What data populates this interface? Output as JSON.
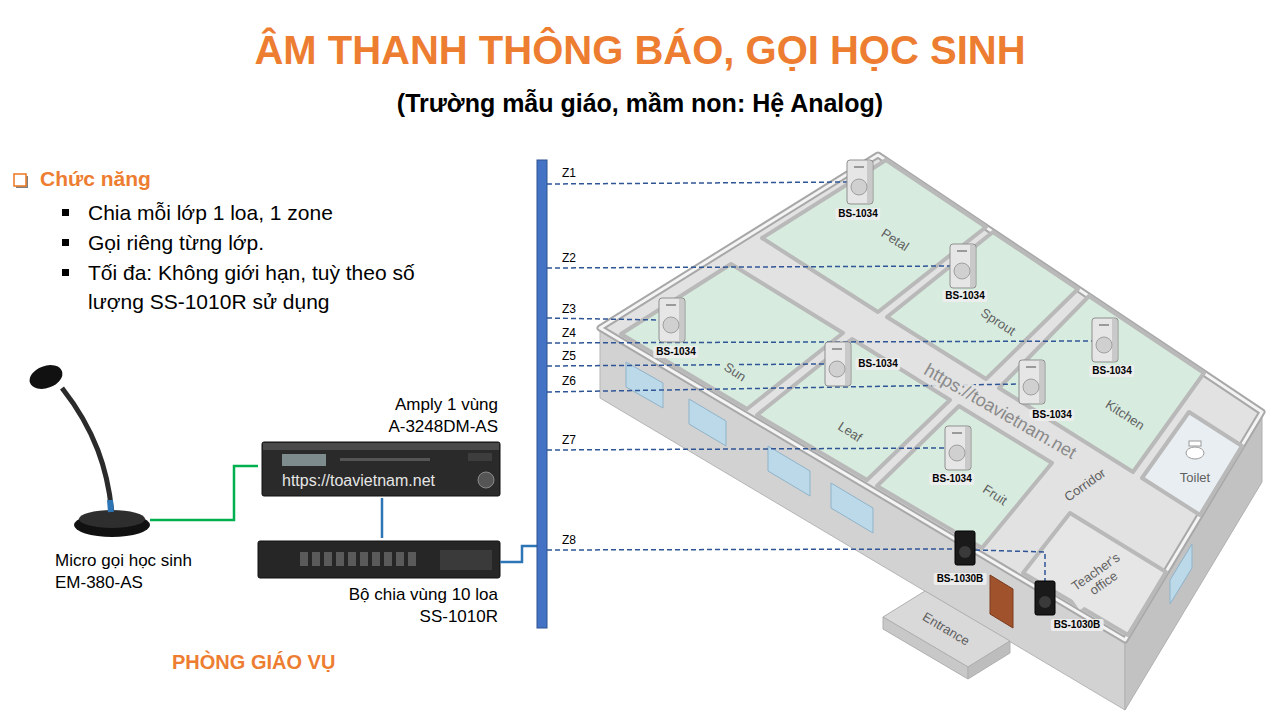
{
  "diagram": {
    "title": "ÂM THANH THÔNG BÁO, GỌI HỌC SINH",
    "nodes": [
      {
        "text": [
          "Micro gọi học sinh",
          "EM-380-AS"
        ]
      },
      {
        "text": [
          "Amply 1 vùng",
          "A-3248DM-AS"
        ]
      },
      {
        "text": [
          "Bộ chia vùng 10 loa",
          "SS-1010R"
        ]
      }
    ],
    "edges": [
      {
        "from": 0,
        "to": 1,
        "arrow": "none"
      },
      {
        "from": 1,
        "to": 2,
        "arrow": "none"
      }
    ],
    "labels": [
      "(Trường mẫu giáo, mầm non: Hệ Analog)",
      "Chức năng",
      "Chia mỗi lớp 1 loa, 1 zone",
      "Gọi riêng từng lớp.",
      "Tối đa: Không giới hạn, tuỳ theo số lượng SS-1010R sử dụng",
      "https://toavietnam.net",
      "PHÒNG GIÁO VỤ",
      "Z1",
      "Z2",
      "Z3",
      "Z4",
      "Z5",
      "Z6",
      "Z7",
      "Z8",
      "BS-1034",
      "BS-1034",
      "BS-1034",
      "BS-1034",
      "BS-1034",
      "BS-1034",
      "BS-1034",
      "BS-1030B",
      "BS-1030B",
      "Petal",
      "Sprout",
      "Kitchen",
      "Sun",
      "Leaf",
      "Fruit",
      "Corridor",
      "Toilet",
      "Teacher's office",
      "Entrance",
      "https://toavietnam.net"
    ]
  }
}
